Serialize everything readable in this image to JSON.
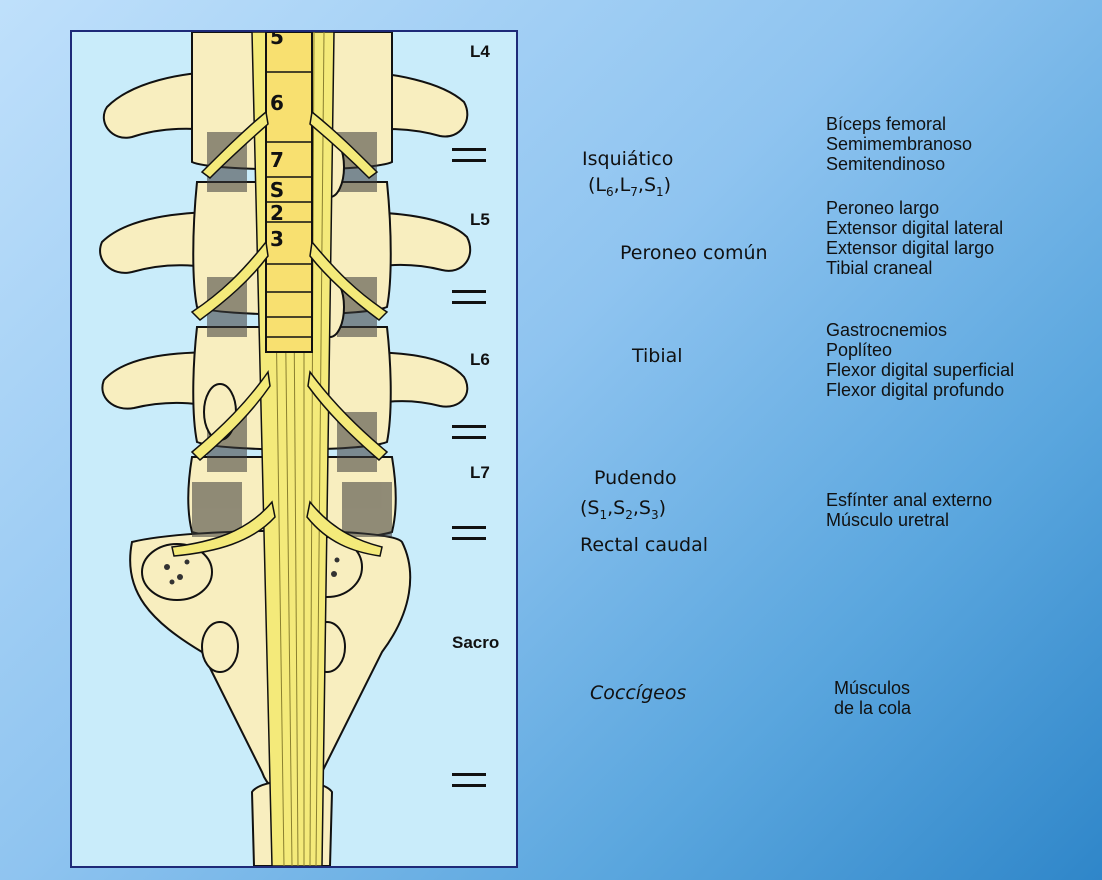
{
  "diagram": {
    "segments": [
      "5",
      "6",
      "7",
      "S",
      "2",
      "3"
    ]
  },
  "vertebrae": [
    "L4",
    "L5",
    "L6",
    "L7",
    "Sacro"
  ],
  "nerves": {
    "isquiatico": {
      "name": "Isquiático",
      "sub1": "6",
      "sub2": "7",
      "sub3": "1"
    },
    "peroneo": "Peroneo común",
    "tibial": "Tibial",
    "pudendo": {
      "name": "Pudendo",
      "sub1": "1",
      "sub2": "2",
      "sub3": "3",
      "rectal": "Rectal caudal"
    },
    "coccigeos": "Coccígeos"
  },
  "muscles": {
    "isquiatico": [
      "Bíceps femoral",
      "Semimembranoso",
      "Semitendinoso"
    ],
    "peroneo": [
      "Peroneo largo",
      "Extensor digital lateral",
      "Extensor digital largo",
      "Tibial craneal"
    ],
    "tibial": [
      "Gastrocnemios",
      "Poplíteo",
      "Flexor digital superficial",
      "Flexor digital profundo"
    ],
    "pudendo": [
      "Esfínter anal externo",
      "Músculo uretral"
    ],
    "coccigeos": [
      "Músculos",
      "de la cola"
    ]
  }
}
